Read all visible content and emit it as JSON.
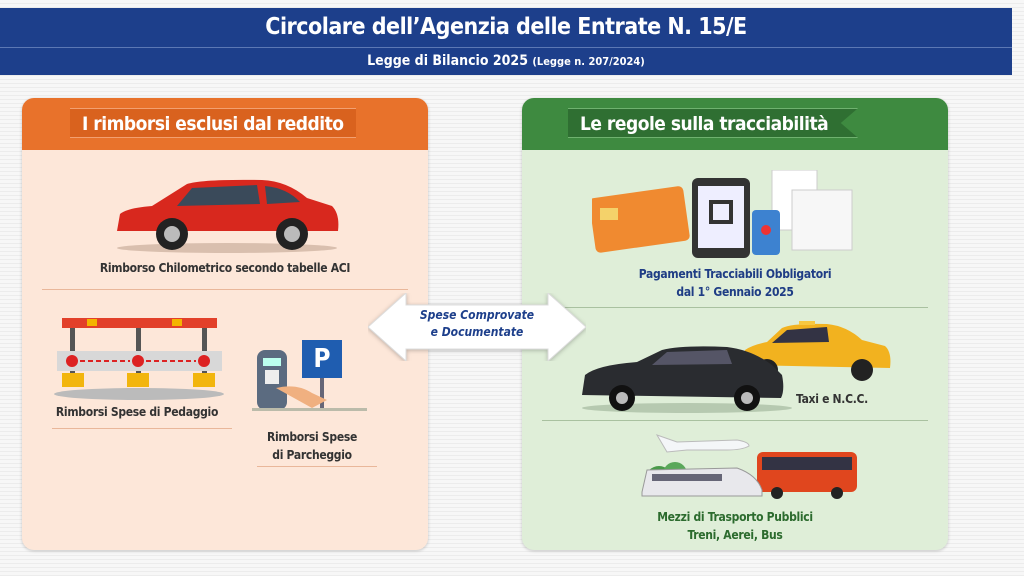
{
  "header": {
    "title": "Circolare dell’Agenzia delle Entrate N. 15/E",
    "subtitle": "Legge di Bilancio 2025",
    "subtitle_note": "(Legge n. 207/2024)"
  },
  "left_panel": {
    "title": "I rimborsi esclusi dal reddito",
    "items": [
      {
        "label": "Rimborso Chilometrico secondo tabelle ACI",
        "icon": "red-car-icon"
      },
      {
        "label": "Rimborsi Spese di Pedaggio",
        "icon": "toll-booth-icon"
      },
      {
        "label_line1": "Rimborsi Spese",
        "label_line2": "di Parcheggio",
        "icon": "parking-meter-icon",
        "sign": "P"
      }
    ]
  },
  "center_arrow": {
    "line1": "Spese Comprovate",
    "line2": "e Documentate"
  },
  "right_panel": {
    "title": "Le regole sulla tracciabilità",
    "items": [
      {
        "label_line1": "Pagamenti Tracciabili Obbligatori",
        "label_line2": "dal 1° Gennaio 2025",
        "icon": "payment-cards-icon"
      },
      {
        "label": "Taxi e N.C.C.",
        "icon": "taxi-car-icon"
      },
      {
        "label_line1": "Mezzi di Trasporto Pubblici",
        "label_line2": "Treni, Aerei, Bus",
        "icon": "public-transport-icon"
      }
    ]
  },
  "colors": {
    "header_blue": "#1d3f8b",
    "orange": "#e8722b",
    "green": "#3e8a40"
  }
}
